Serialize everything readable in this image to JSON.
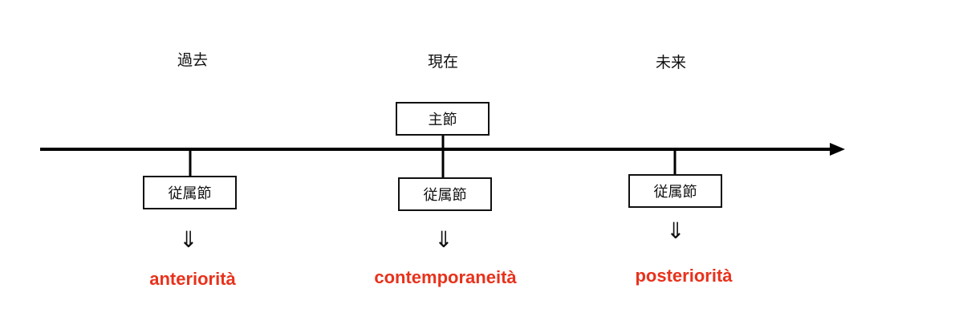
{
  "periods": {
    "past": "過去",
    "present": "現在",
    "future": "未来"
  },
  "main_clause": "主節",
  "subordinate_clauses": {
    "past": "従属節",
    "present": "従属節",
    "future": "従属節"
  },
  "implication_arrow": "⇓",
  "results": {
    "past": "anteriorità",
    "present": "contemporaneità",
    "future": "posteriorità"
  },
  "colors": {
    "line": "#000000",
    "result_text": "#e8321c"
  }
}
